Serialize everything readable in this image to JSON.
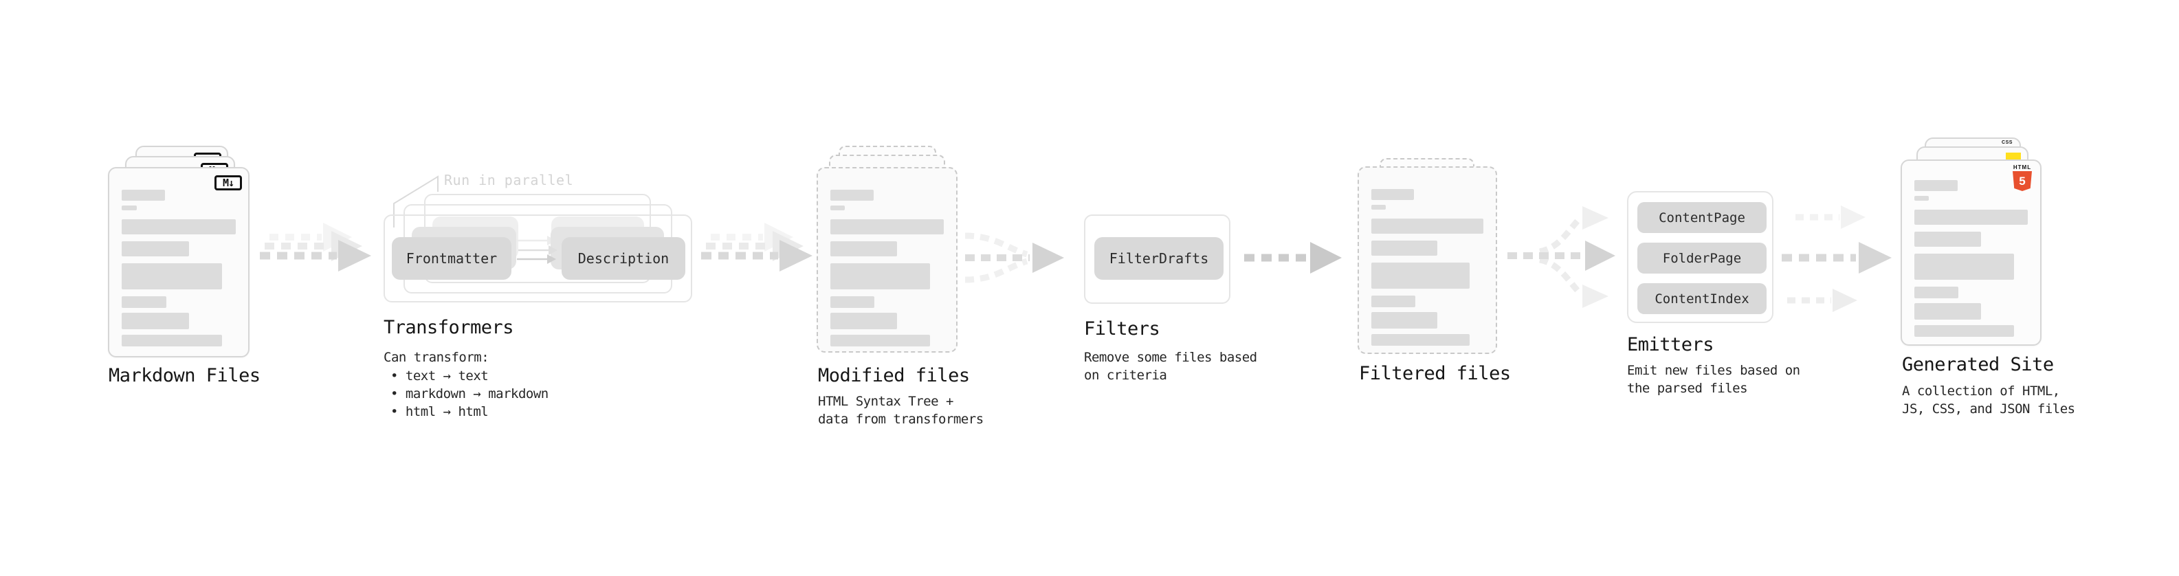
{
  "diagram": {
    "annotation_run_in_parallel": "Run in parallel",
    "colors": {
      "accent_html5": "#e8502e",
      "accent_js": "#ffdf1e",
      "accent_css": "#2d6bf2",
      "arrow_gray": "#d9d9d9",
      "pill_gray": "#d9d9d9",
      "text_dark": "#161616"
    },
    "nodes": {
      "markdown_files": {
        "label": "Markdown Files",
        "badge": "M↓"
      },
      "transformers": {
        "label": "Transformers",
        "pills": [
          "Frontmatter",
          "Description"
        ],
        "desc_heading": "Can transform:",
        "bullets": [
          "• text → text",
          "• markdown → markdown",
          "• html → html"
        ]
      },
      "modified_files": {
        "label": "Modified files",
        "desc_lines": [
          "HTML Syntax Tree +",
          "data from transformers"
        ]
      },
      "filters": {
        "label": "Filters",
        "pills": [
          "FilterDrafts"
        ],
        "desc_lines": [
          "Remove some files based",
          "on criteria"
        ]
      },
      "filtered_files": {
        "label": "Filtered files"
      },
      "emitters": {
        "label": "Emitters",
        "pills": [
          "ContentPage",
          "FolderPage",
          "ContentIndex"
        ],
        "desc_lines": [
          "Emit new files based on",
          "the parsed files"
        ]
      },
      "generated_site": {
        "label": "Generated Site",
        "badges": {
          "html_label": "HTML",
          "html_number": "5",
          "css": "CSS"
        },
        "desc_lines": [
          "A collection of HTML,",
          "JS, CSS, and JSON files"
        ]
      }
    }
  }
}
